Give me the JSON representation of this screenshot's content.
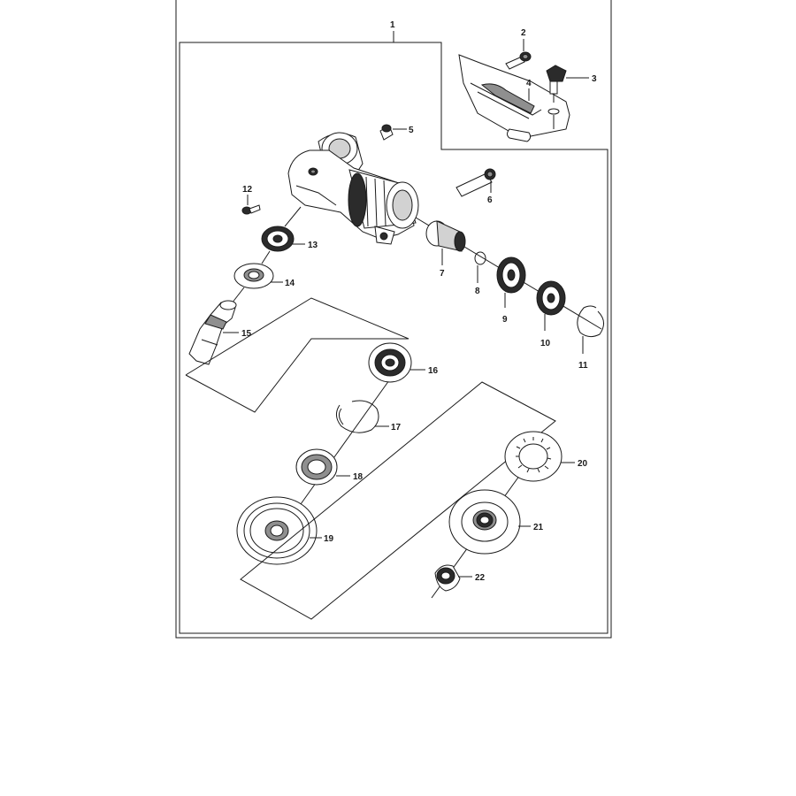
{
  "callouts": {
    "c1": "1",
    "c2": "2",
    "c3": "3",
    "c4": "4",
    "c5": "5",
    "c6": "6",
    "c7": "7",
    "c8": "8",
    "c9": "9",
    "c10": "10",
    "c11": "11",
    "c12": "12",
    "c13": "13",
    "c14": "14",
    "c15": "15",
    "c16": "16",
    "c17": "17",
    "c18": "18",
    "c19": "19",
    "c20": "20",
    "c21": "21",
    "c22": "22"
  },
  "colors": {
    "ink": "#1a1a1a",
    "paper": "#ffffff",
    "shade_dark": "#2b2b2b",
    "shade_mid": "#8f8f8f",
    "shade_light": "#d2d2d2"
  }
}
